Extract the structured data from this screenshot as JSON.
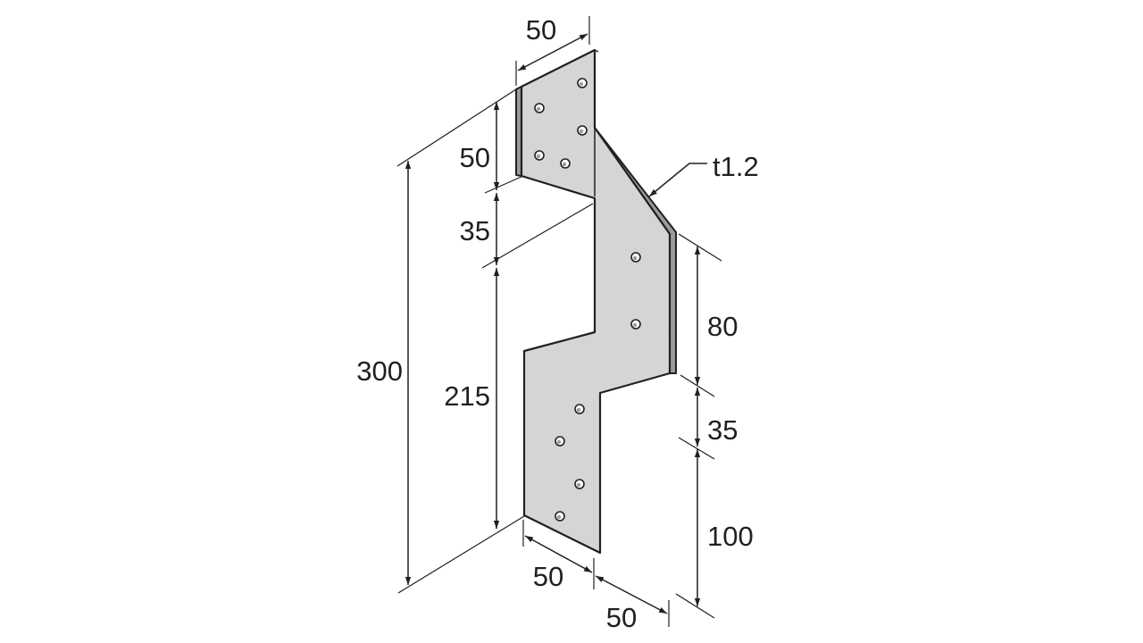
{
  "diagram": {
    "thickness_label": "t1.2",
    "dimensions": {
      "top_width": "50",
      "top_tab_height": "50",
      "notch_height": "35",
      "lower_height": "215",
      "total_height": "300",
      "right_upper_height": "80",
      "right_notch_height": "35",
      "right_lower_height": "100",
      "bottom_width_inner": "50",
      "bottom_width_outer": "50"
    },
    "colors": {
      "plate_face": "#d4d5d6",
      "plate_edge": "#9a9b9d",
      "line": "#231f20",
      "background": "#ffffff"
    }
  }
}
